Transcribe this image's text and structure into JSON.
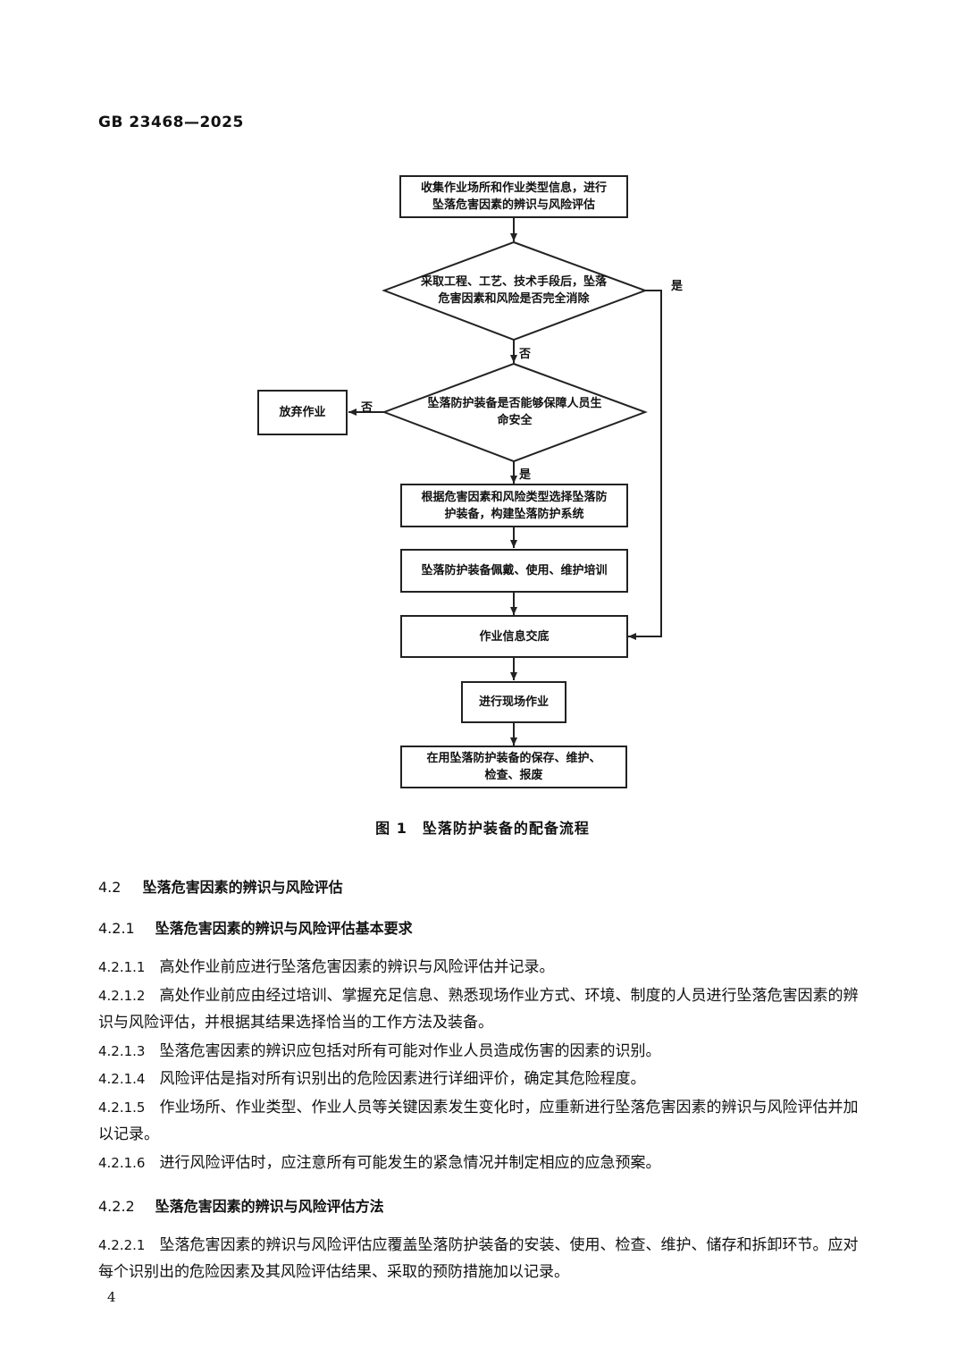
{
  "header": {
    "standard_code": "GB 23468—2025"
  },
  "figure": {
    "caption": "图 1　坠落防护装备的配备流程",
    "nodes": {
      "collect": "收集作业场所和作业类型信息，进行坠落危害因素的辨识与风险评估",
      "decision_eliminate": "采取工程、工艺、技术手段后，坠落危害因素和风险是否完全消除",
      "decision_protect": "坠落防护装备是否能够保障人员生命安全",
      "abandon": "放弃作业",
      "select": "根据危害因素和风险类型选择坠落防护装备，构建坠落防护系统",
      "training": "坠落防护装备佩戴、使用、维护培训",
      "briefing": "作业信息交底",
      "onsite": "进行现场作业",
      "maintenance": "在用坠落防护装备的保存、维护、检查、报废"
    },
    "labels": {
      "yes_right": "是",
      "no_1": "否",
      "no_left": "否",
      "yes_2": "是"
    }
  },
  "sections": {
    "s4_2": {
      "num": "4.2",
      "title": "坠落危害因素的辨识与风险评估"
    },
    "s4_2_1": {
      "num": "4.2.1",
      "title": "坠落危害因素的辨识与风险评估基本要求"
    },
    "s4_2_2": {
      "num": "4.2.2",
      "title": "坠落危害因素的辨识与风险评估方法"
    }
  },
  "paragraphs": [
    {
      "num": "4.2.1.1",
      "text": "高处作业前应进行坠落危害因素的辨识与风险评估并记录。"
    },
    {
      "num": "4.2.1.2",
      "text": "高处作业前应由经过培训、掌握充足信息、熟悉现场作业方式、环境、制度的人员进行坠落危害因素的辨识与风险评估，并根据其结果选择恰当的工作方法及装备。"
    },
    {
      "num": "4.2.1.3",
      "text": "坠落危害因素的辨识应包括对所有可能对作业人员造成伤害的因素的识别。"
    },
    {
      "num": "4.2.1.4",
      "text": "风险评估是指对所有识别出的危险因素进行详细评价，确定其危险程度。"
    },
    {
      "num": "4.2.1.5",
      "text": "作业场所、作业类型、作业人员等关键因素发生变化时，应重新进行坠落危害因素的辨识与风险评估并加以记录。"
    },
    {
      "num": "4.2.1.6",
      "text": "进行风险评估时，应注意所有可能发生的紧急情况并制定相应的应急预案。"
    },
    {
      "num": "4.2.2.1",
      "text": "坠落危害因素的辨识与风险评估应覆盖坠落防护装备的安装、使用、检查、维护、储存和拆卸环节。应对每个识别出的危险因素及其风险评估结果、采取的预防措施加以记录。"
    }
  ],
  "footer": {
    "page_number": "4"
  }
}
